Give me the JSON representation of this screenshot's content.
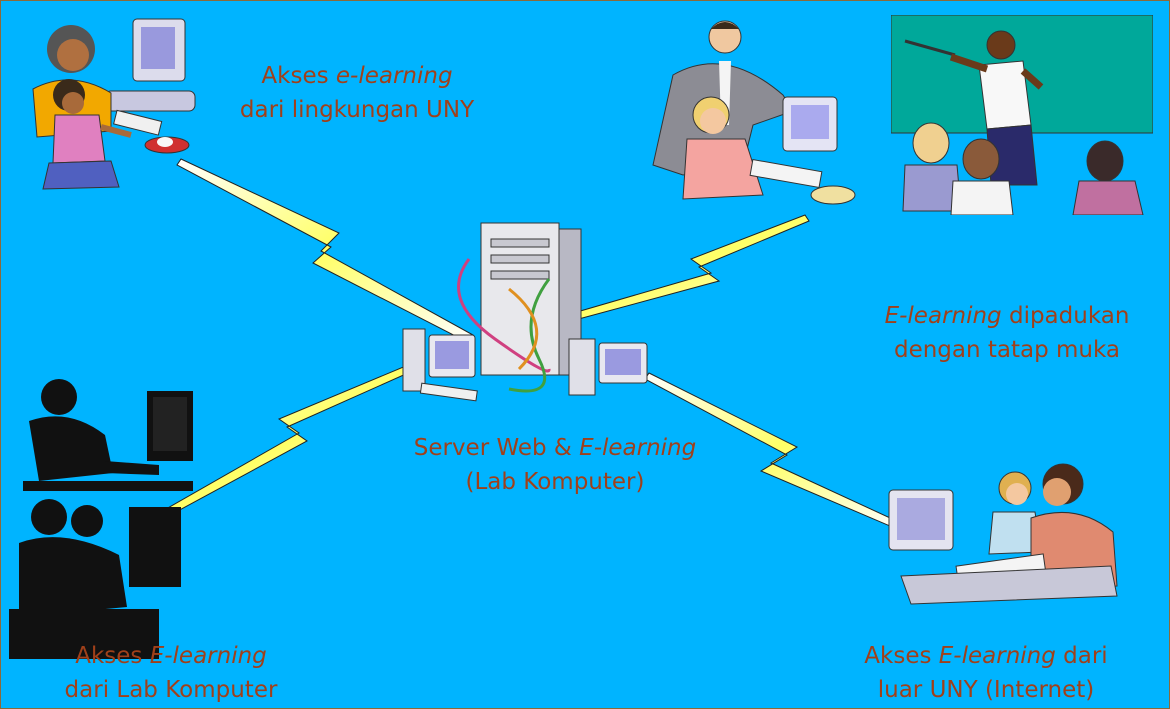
{
  "diagram": {
    "server": {
      "line1_pre": "Server Web & ",
      "line1_em": "E-learning",
      "line2": "(Lab Komputer)"
    },
    "nodes": {
      "uny": {
        "line1_pre": "Akses ",
        "line1_em": "e-learning",
        "line2": "dari lingkungan UNY"
      },
      "blended": {
        "line1_em": "E-learning",
        "line1_post": " dipadukan",
        "line2": "dengan tatap muka"
      },
      "lab": {
        "line1_pre": "Akses ",
        "line1_em": "E-learning",
        "line2": "dari Lab Komputer"
      },
      "internet": {
        "line1_pre": "Akses ",
        "line1_em": "E-learning",
        "line1_post": " dari",
        "line2": "luar UNY (Internet)"
      }
    },
    "colors": {
      "background": "#00b4ff",
      "text": "#a0401a",
      "bolt_fill": "#ffff66"
    }
  }
}
